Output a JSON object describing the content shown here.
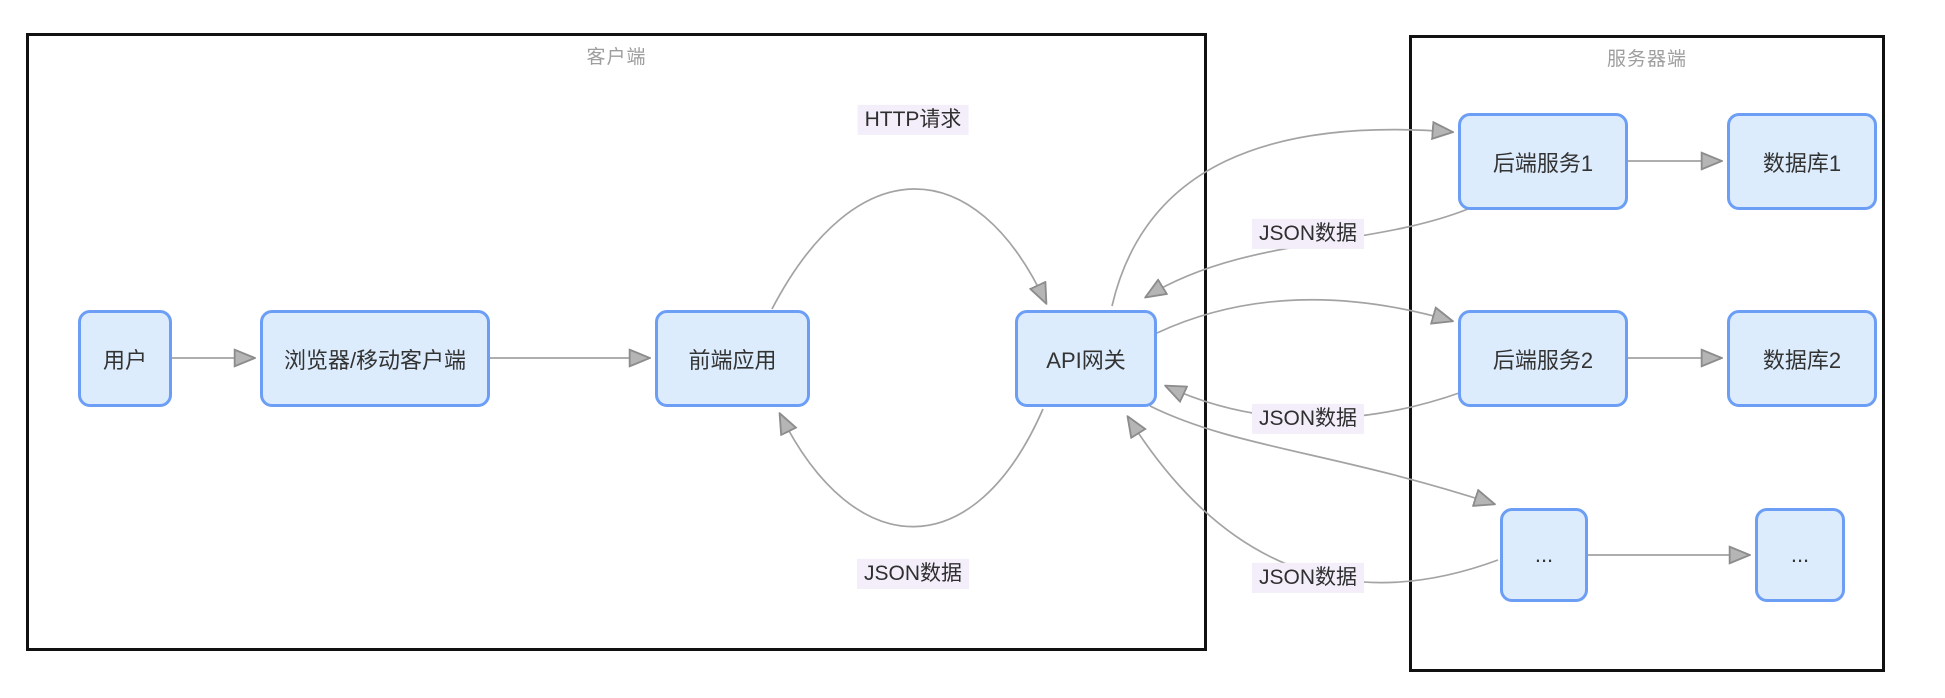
{
  "groups": {
    "client": {
      "title": "客户端"
    },
    "server": {
      "title": "服务器端"
    }
  },
  "nodes": {
    "user": {
      "label": "用户"
    },
    "browser": {
      "label": "浏览器/移动客户端"
    },
    "frontend": {
      "label": "前端应用"
    },
    "api_gateway": {
      "label": "API网关"
    },
    "backend1": {
      "label": "后端服务1"
    },
    "database1": {
      "label": "数据库1"
    },
    "backend2": {
      "label": "后端服务2"
    },
    "database2": {
      "label": "数据库2"
    },
    "backend_more": {
      "label": "..."
    },
    "database_more": {
      "label": "..."
    }
  },
  "edge_labels": {
    "http_request": {
      "text": "HTTP请求"
    },
    "json_response_client": {
      "text": "JSON数据"
    },
    "json_response_s1": {
      "text": "JSON数据"
    },
    "json_response_s2": {
      "text": "JSON数据"
    },
    "json_response_s3": {
      "text": "JSON数据"
    }
  },
  "colors": {
    "node_fill": "#dcecfd",
    "node_border": "#6c9ef5",
    "node_text": "#333333",
    "group_border": "#111111",
    "group_title": "#9e9e9e",
    "edge": "#a3a3a3",
    "arrow_fill": "#b5b5b5",
    "label_bg": "#f3eefa",
    "label_text": "#2f2f2f",
    "canvas_bg": "#ffffff"
  }
}
